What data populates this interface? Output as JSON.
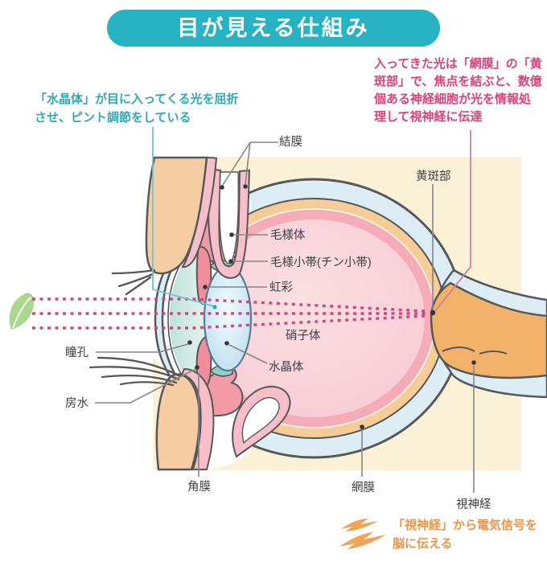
{
  "title": "目が見える仕組み",
  "notes": {
    "lens": {
      "line1": "「水晶体」が目に入ってくる光を屈折",
      "line2": "させ、ピント調節をしている"
    },
    "macula": {
      "line1": "入ってきた光は「網膜」の「黄",
      "line2": "斑部」で、焦点を結ぶと、数億",
      "line3": "個ある神経細胞が光を情報処",
      "line4": "理して視神経に伝達"
    },
    "brain": {
      "line1": "「視神経」から電気信号を",
      "line2": "脳に伝える"
    }
  },
  "labels": {
    "conjunctiva": "結膜",
    "macula": "黄斑部",
    "ciliary_body": "毛様体",
    "zonule": "毛様小帯(チン小帯)",
    "iris": "虹彩",
    "vitreous": "硝子体",
    "lens": "水晶体",
    "pupil": "瞳孔",
    "aqueous_humor": "房水",
    "cornea": "角膜",
    "retina": "網膜",
    "optic_nerve": "視神経"
  },
  "icons": {
    "leaf": "leaf-icon",
    "lightning": "lightning-icon"
  },
  "colors": {
    "banner": "#27b3c4",
    "lens_note": "#2fa9b6",
    "macula_note": "#d6437c",
    "brain_note": "#e8964a",
    "ray": "#c94b80",
    "leaf": "#a9d78d",
    "lightning": "#f2a455",
    "panel": "#fbf1d6",
    "sclera": "#dcedf6",
    "choroid_ring": "#f6cd96",
    "retina_ring": "#f5acb7",
    "vitreous_fill": "#f8d0d8",
    "skin": "#f6cda3",
    "pink_lining": "#f8bfc9",
    "iris_fill": "#f18e9c",
    "ciliary_fill": "#f29aa6",
    "nerve_fill": "#f3b269",
    "label_text": "#3f4044"
  }
}
